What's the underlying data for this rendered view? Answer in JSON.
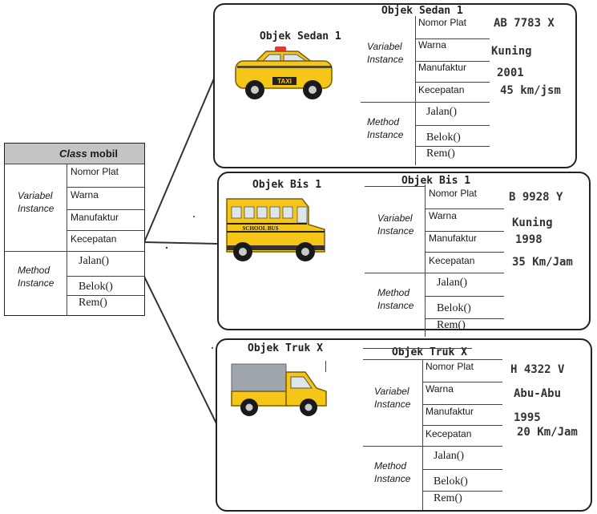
{
  "class": {
    "title_em": "Class",
    "title_rest": " mobil",
    "var_label_1": "Variabel",
    "var_label_2": "Instance",
    "method_label_1": "Method",
    "method_label_2": "Instance",
    "variables": [
      "Nomor Plat",
      "Warna",
      "Manufaktur",
      "Kecepatan"
    ],
    "methods": [
      "Jalan()",
      "Belok()",
      "Rem()"
    ]
  },
  "objects": [
    {
      "heading": "Objek Sedan 1",
      "title": "Objek Sedan 1",
      "values": [
        "AB 7783 X",
        "Kuning",
        "2001",
        "45 km/jsm"
      ],
      "sign": "TAXI"
    },
    {
      "heading": "Objek Bis 1",
      "title": "Objek Bis 1",
      "values": [
        "B 9928 Y",
        "Kuning",
        "1998",
        "35 Km/Jam"
      ],
      "sign": "SCHOOL BUS"
    },
    {
      "heading": "Objek Truk X",
      "title": "Objek Truk X",
      "values": [
        "H 4322 V",
        "Abu-Abu",
        "1995",
        "20 Km/Jam"
      ]
    }
  ],
  "colors": {
    "vehicle_yellow": "#f5c518",
    "class_header": "#c4c4c4",
    "truck_cargo": "#9fa7ad"
  }
}
